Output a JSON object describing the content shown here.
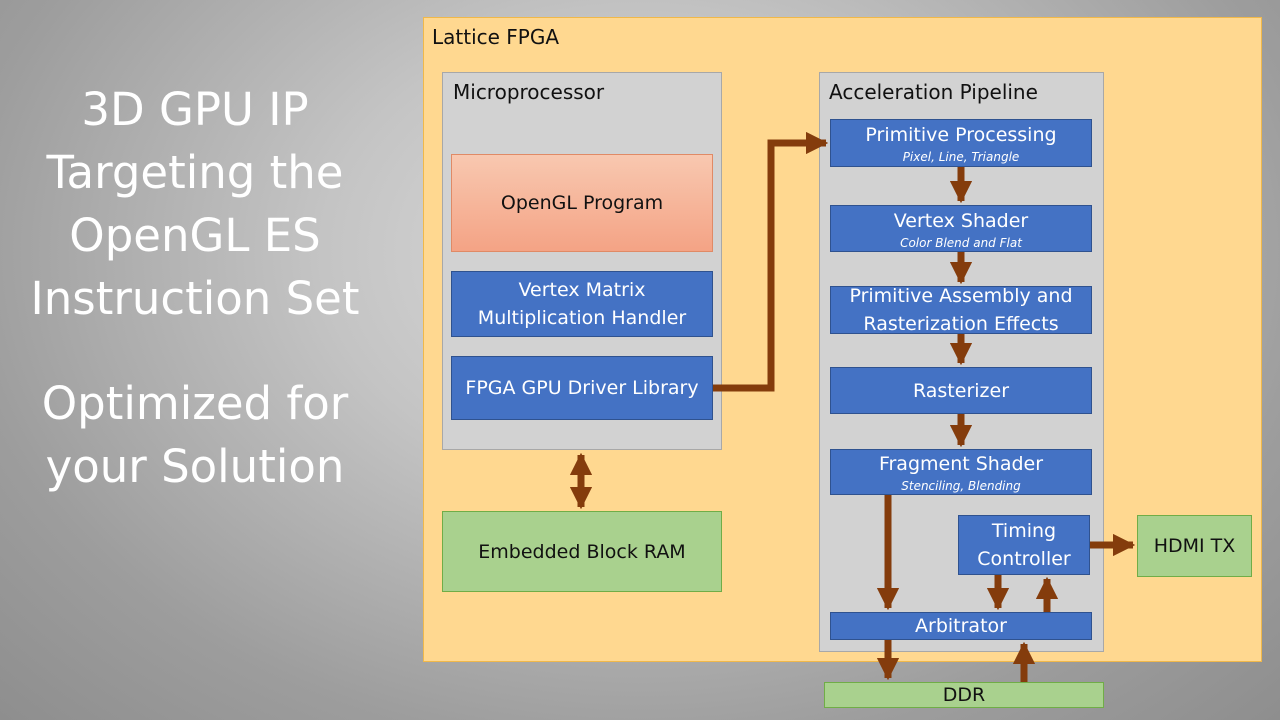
{
  "title": {
    "lines": [
      "3D GPU IP",
      "Targeting the",
      "OpenGL ES",
      "Instruction Set"
    ],
    "sublines": [
      "Optimized for",
      "your Solution"
    ]
  },
  "fpga": {
    "label": "Lattice FPGA"
  },
  "microprocessor": {
    "label": "Microprocessor",
    "opengl_program": "OpenGL Program",
    "vertex_matrix": [
      "Vertex Matrix",
      "Multiplication Handler"
    ],
    "driver_library": "FPGA GPU Driver Library"
  },
  "embedded_ram": "Embedded Block RAM",
  "pipeline": {
    "label": "Acceleration Pipeline",
    "primitive_processing": {
      "title": "Primitive Processing",
      "sub": "Pixel, Line, Triangle"
    },
    "vertex_shader": {
      "title": "Vertex Shader",
      "sub": "Color Blend and Flat"
    },
    "primitive_assembly": [
      "Primitive Assembly and",
      "Rasterization Effects"
    ],
    "rasterizer": "Rasterizer",
    "fragment_shader": {
      "title": "Fragment Shader",
      "sub": "Stenciling, Blending"
    },
    "timing_controller": [
      "Timing",
      "Controller"
    ],
    "arbitrator": "Arbitrator"
  },
  "hdmi_tx": "HDMI TX",
  "ddr": "DDR",
  "colors": {
    "fpga_fill": "#ffd890",
    "panel_fill": "#d2d2d2",
    "block_blue": "#4472c4",
    "block_green": "#a9d18e",
    "block_salmon": "#f4a385",
    "arrow": "#843c0c"
  }
}
